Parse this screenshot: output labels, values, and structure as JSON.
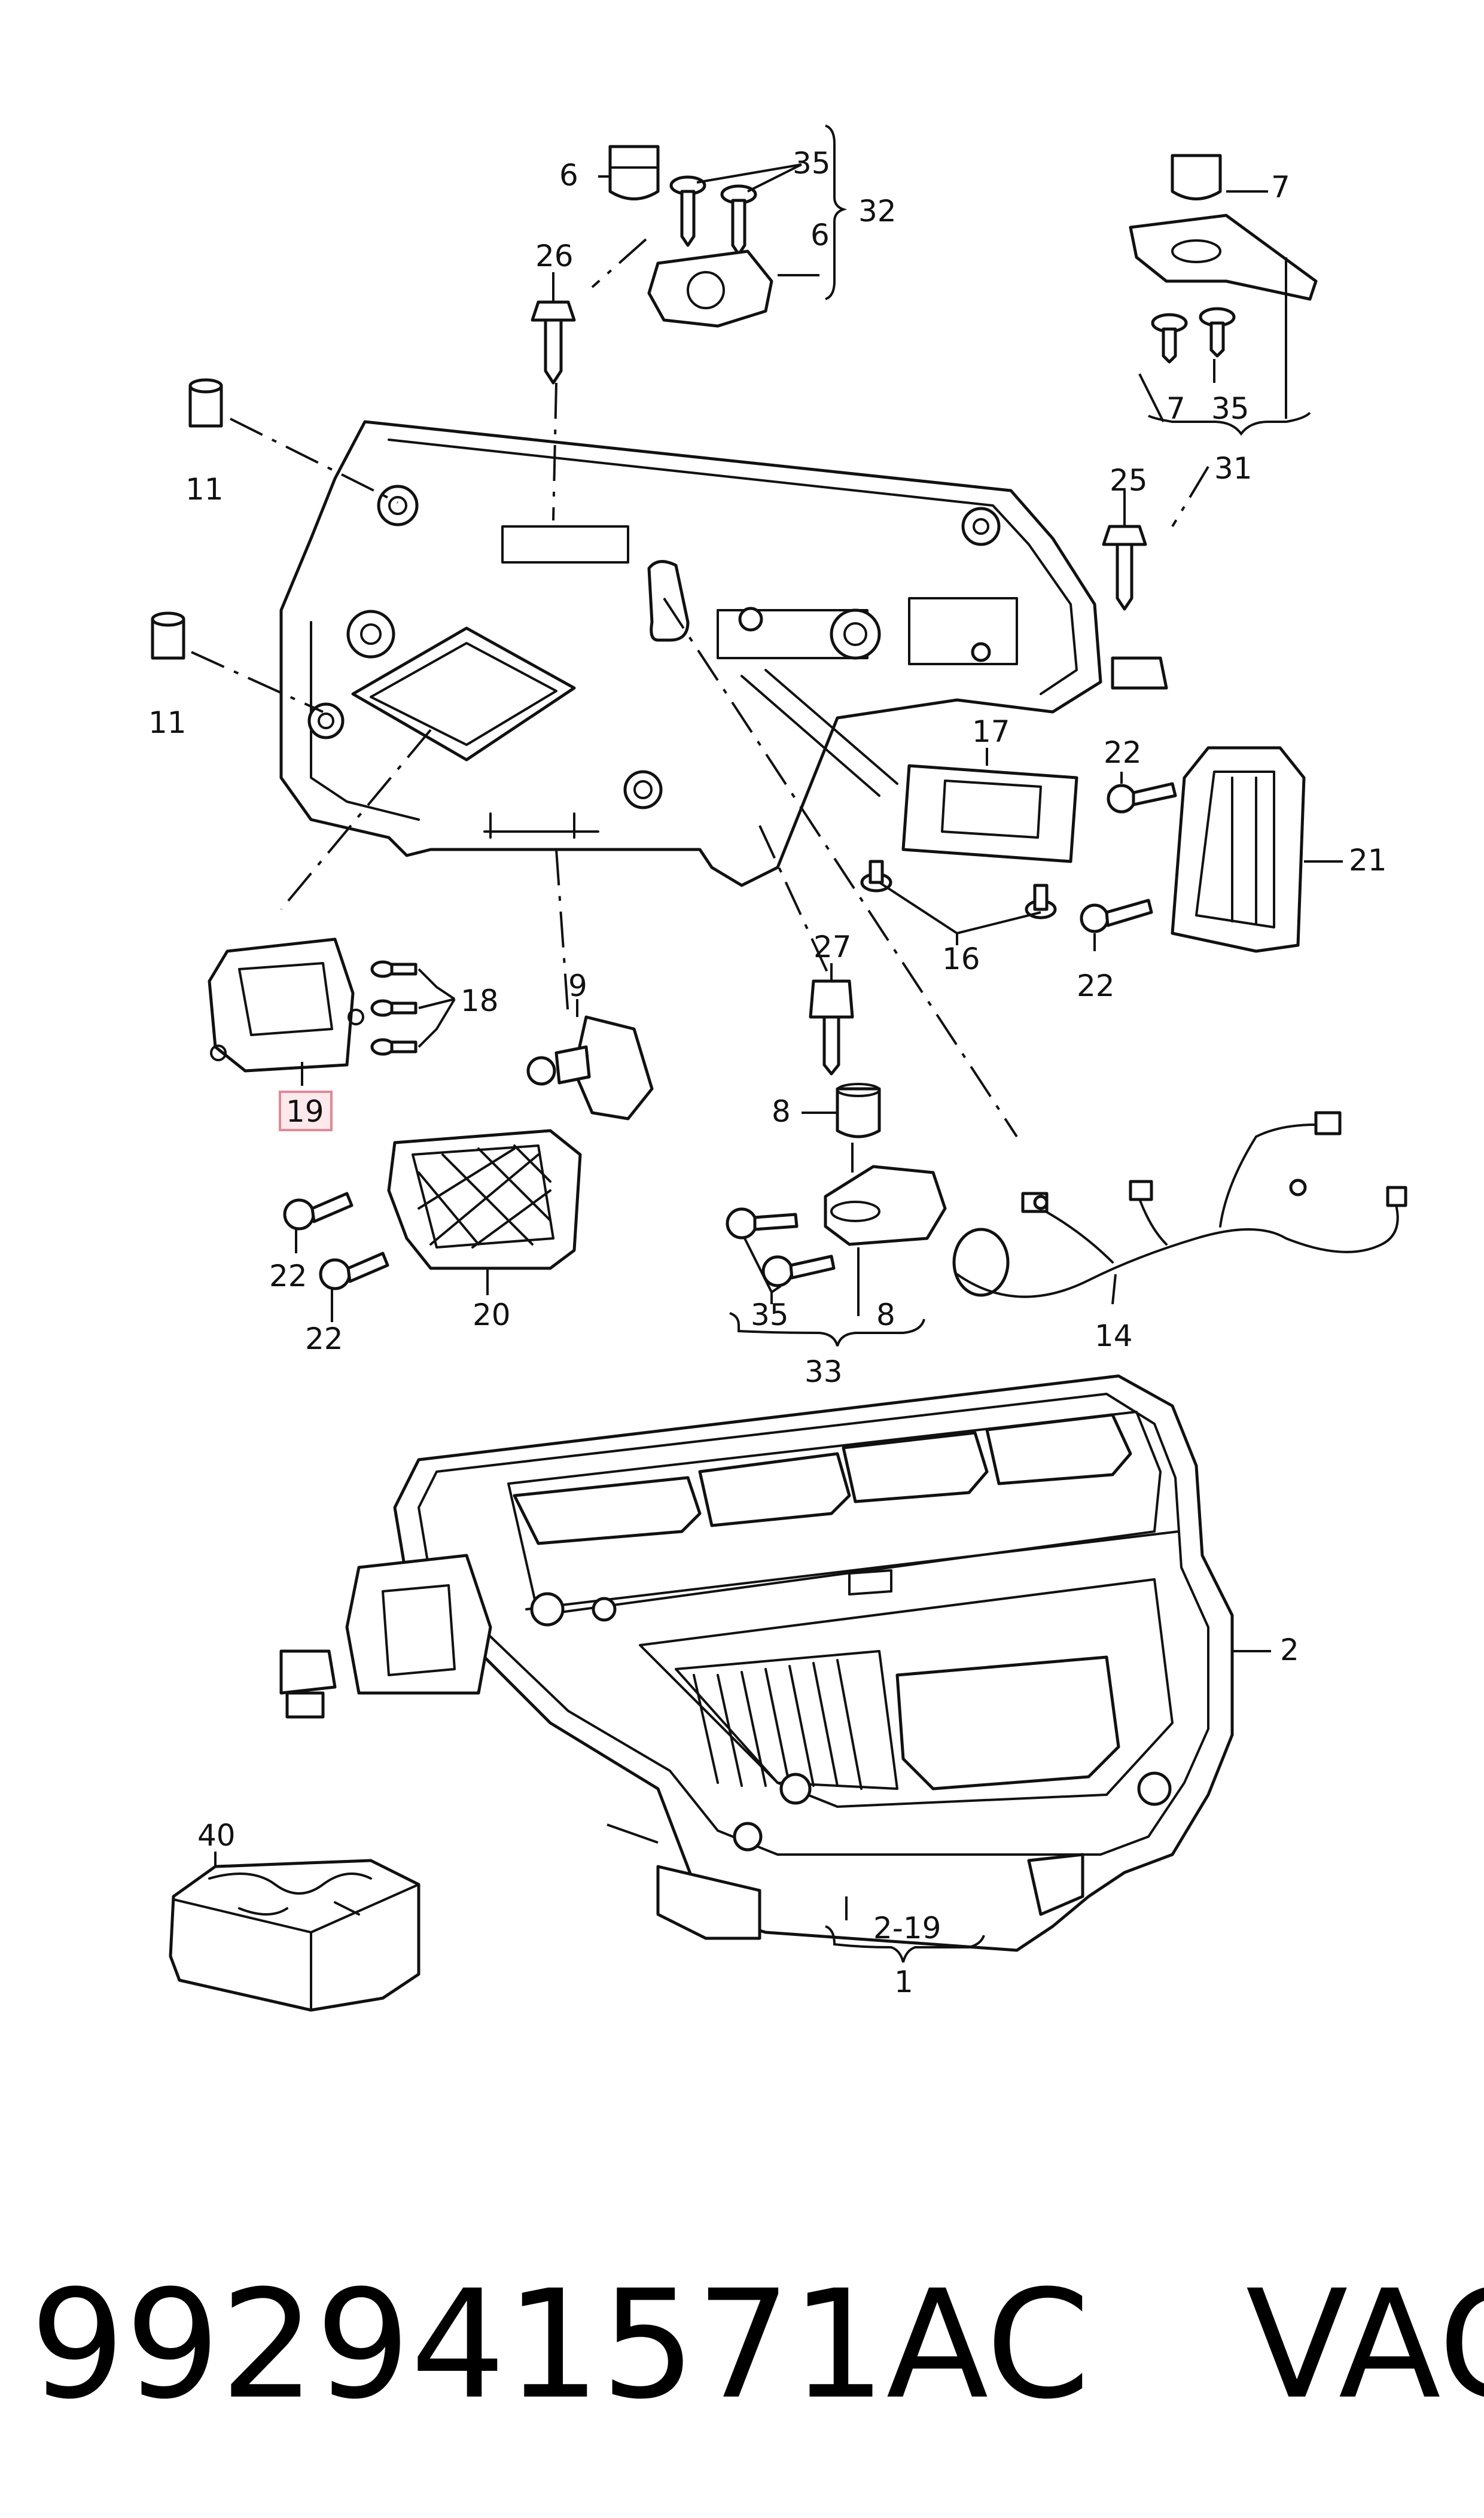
{
  "callouts": {
    "c1": "1",
    "c2": "2",
    "c2_19": "2-19",
    "c6a": "6",
    "c6b": "6",
    "c7a": "7",
    "c7b": "7",
    "c8a": "8",
    "c8b": "8",
    "c9": "9",
    "c11a": "11",
    "c11b": "11",
    "c14": "14",
    "c16": "16",
    "c17": "17",
    "c18": "18",
    "c19": "19",
    "c20": "20",
    "c21": "21",
    "c22a": "22",
    "c22b": "22",
    "c22c": "22",
    "c22d": "22",
    "c25": "25",
    "c26": "26",
    "c27": "27",
    "c31": "31",
    "c32": "32",
    "c33": "33",
    "c35a": "35",
    "c35b": "35",
    "c35c": "35",
    "c40": "40"
  },
  "highlighted_part": "19",
  "footer": {
    "part_number": "992941571AC",
    "brand": "VAG"
  }
}
